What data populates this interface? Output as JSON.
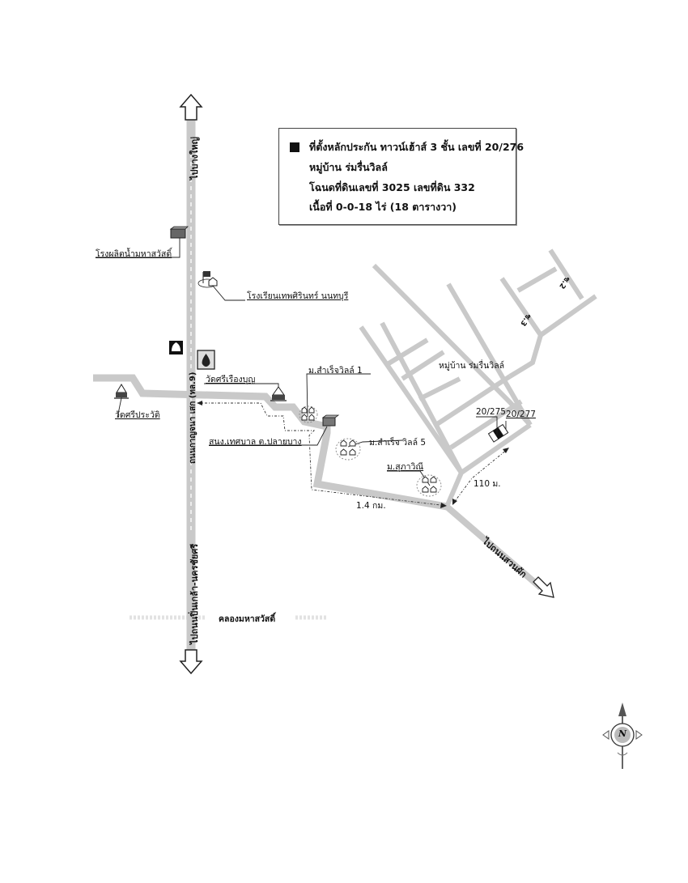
{
  "info_box": {
    "marker_icon": "black-square-marker",
    "lines": [
      "ที่ตั้งหลักประกัน ทาวน์เฮ้าส์ 3 ชั้น เลขที่ 20/276",
      "หมู่บ้าน ร่มรื่นวิลล์",
      "โฉนดที่ดินเลขที่ 3025 เลขที่ดิน 332",
      "เนื้อที่ 0-0-18 ไร่ (18 ตารางวา)"
    ]
  },
  "roads": {
    "main_road_label": "ถนนกาญจนา เสก (ทล.9)",
    "to_north_label": "ไปบางใหญ่",
    "to_south_label": "ไปถนนปิ่นเกล้า-นครชัยศรี",
    "to_southeast_label": "ไปถนนสวนผัก",
    "soi_2_label": "ซ.2",
    "soi_3_label": "ซ.3"
  },
  "landmarks": {
    "water_factory": "โรงผลิตน้ำมหาสวัสดิ์",
    "school": "โรงเรียนเทพศิรินทร์ นนทบุรี",
    "wat_sri_prawat": "วัดศรีประวัติ",
    "wat_sri_rueang_bun": "วัดศรีเรืองบุญ",
    "municipal_office": "สนง.เทศบาล ต.ปลายบาง",
    "village_samret_1": "ม.สำเร็จวิลล์ 1",
    "village_samret_5": "ม.สำเร็จ วิลล์ 5",
    "village_supawinee": "ม.สุภาวิณี",
    "village_romruen": "หมู่บ้าน ร่มรื่นวิลล์",
    "canal": "คลองมหาสวัสดิ์"
  },
  "units": {
    "left_neighbor": "20/275",
    "right_neighbor": "20/277"
  },
  "distances": {
    "main_distance": "1.4 กม.",
    "soi_distance": "110 ม."
  },
  "compass": {
    "letter": "N"
  },
  "colors": {
    "road": "#c9c9c9",
    "target_unit": "#111111",
    "text": "#111111"
  }
}
